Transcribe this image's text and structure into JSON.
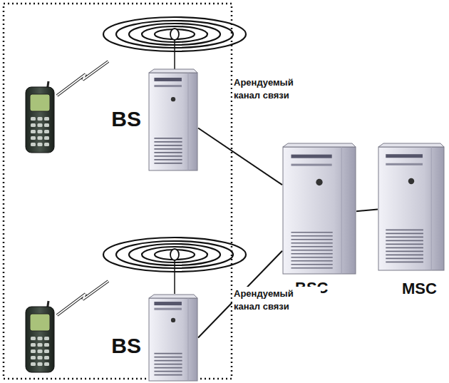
{
  "diagram": {
    "nodes": [
      {
        "text": [
          "BS"
        ]
      },
      {
        "text": [
          "BS"
        ]
      },
      {
        "text": [
          "BSC"
        ]
      },
      {
        "text": [
          "MSC"
        ]
      }
    ],
    "edges": [
      {
        "from": 0,
        "to": 2,
        "arrow": "none",
        "label": "Арендуемый канал связи"
      },
      {
        "from": 1,
        "to": 2,
        "arrow": "none",
        "label": "Арендуемый канал связи"
      },
      {
        "from": 2,
        "to": 3,
        "arrow": "none"
      }
    ]
  }
}
